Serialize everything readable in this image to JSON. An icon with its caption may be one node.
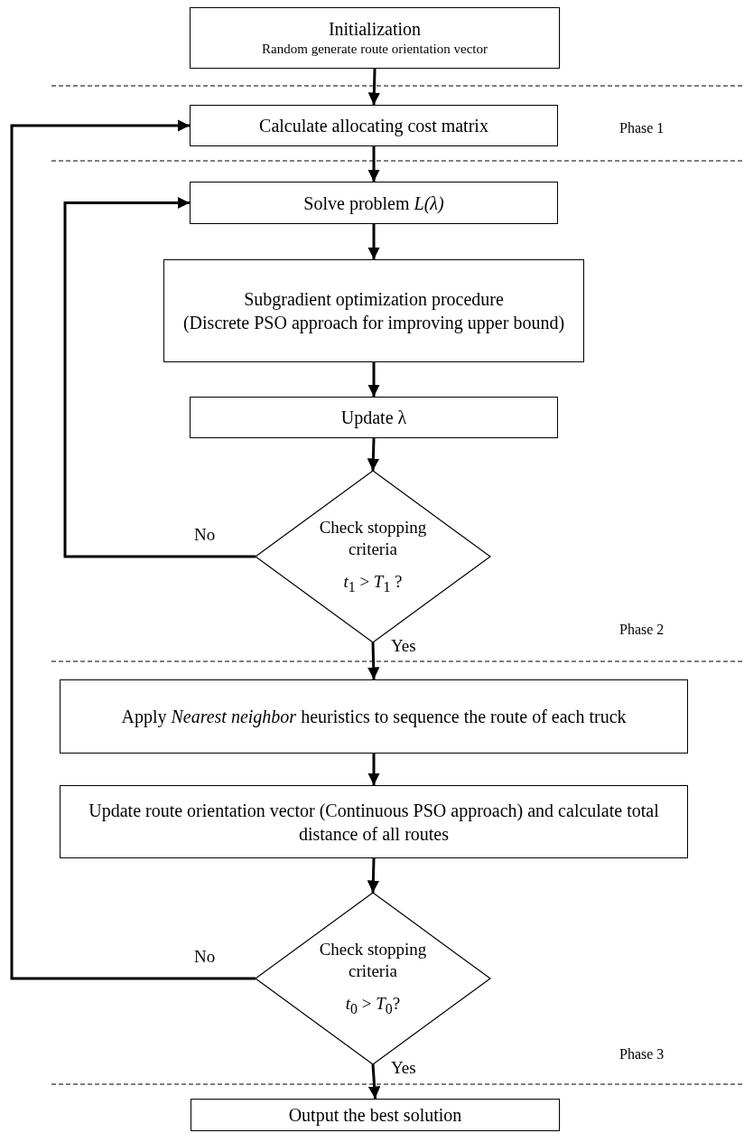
{
  "diagram": {
    "nodes": [
      {
        "text": [
          "Initialization",
          "Random generate route orientation vector"
        ]
      },
      {
        "text": [
          "Calculate allocating cost matrix"
        ]
      },
      {
        "text": [
          "Solve problem *L(λ)*"
        ]
      },
      {
        "text": [
          "Subgradient optimization procedure",
          "(Discrete PSO approach for improving upper bound)"
        ]
      },
      {
        "text": [
          "Update λ"
        ]
      },
      {
        "text": [
          "Check stopping criteria",
          "*t*$_{1}$ > *T*$_{1}$ ?"
        ]
      },
      {
        "text": [
          "Apply *Nearest neighbor* heuristics to sequence the route of each truck"
        ]
      },
      {
        "text": [
          "Update route orientation vector (Continuous PSO approach) and calculate total distance of all routes"
        ]
      },
      {
        "text": [
          "Check stopping criteria",
          "*t*$_{0}$ > *T*$_{0}$?"
        ]
      },
      {
        "text": [
          "Output the best solution"
        ]
      }
    ],
    "edges": [
      {
        "from": 0,
        "to": 1,
        "arrow": "to"
      },
      {
        "from": 1,
        "to": 2,
        "arrow": "to"
      },
      {
        "from": 2,
        "to": 3,
        "arrow": "to"
      },
      {
        "from": 3,
        "to": 4,
        "arrow": "to"
      },
      {
        "from": 4,
        "to": 5,
        "arrow": "to"
      },
      {
        "from": 5,
        "to": 2,
        "arrow": "to",
        "label": "No"
      },
      {
        "from": 5,
        "to": 6,
        "arrow": "to",
        "label": "Yes"
      },
      {
        "from": 6,
        "to": 7,
        "arrow": "to"
      },
      {
        "from": 7,
        "to": 8,
        "arrow": "to"
      },
      {
        "from": 8,
        "to": 1,
        "arrow": "to",
        "label": "No"
      },
      {
        "from": 8,
        "to": 9,
        "arrow": "to",
        "label": "Yes"
      }
    ],
    "labels": [
      "Phase 1",
      "Phase 2",
      "Phase 3"
    ]
  }
}
